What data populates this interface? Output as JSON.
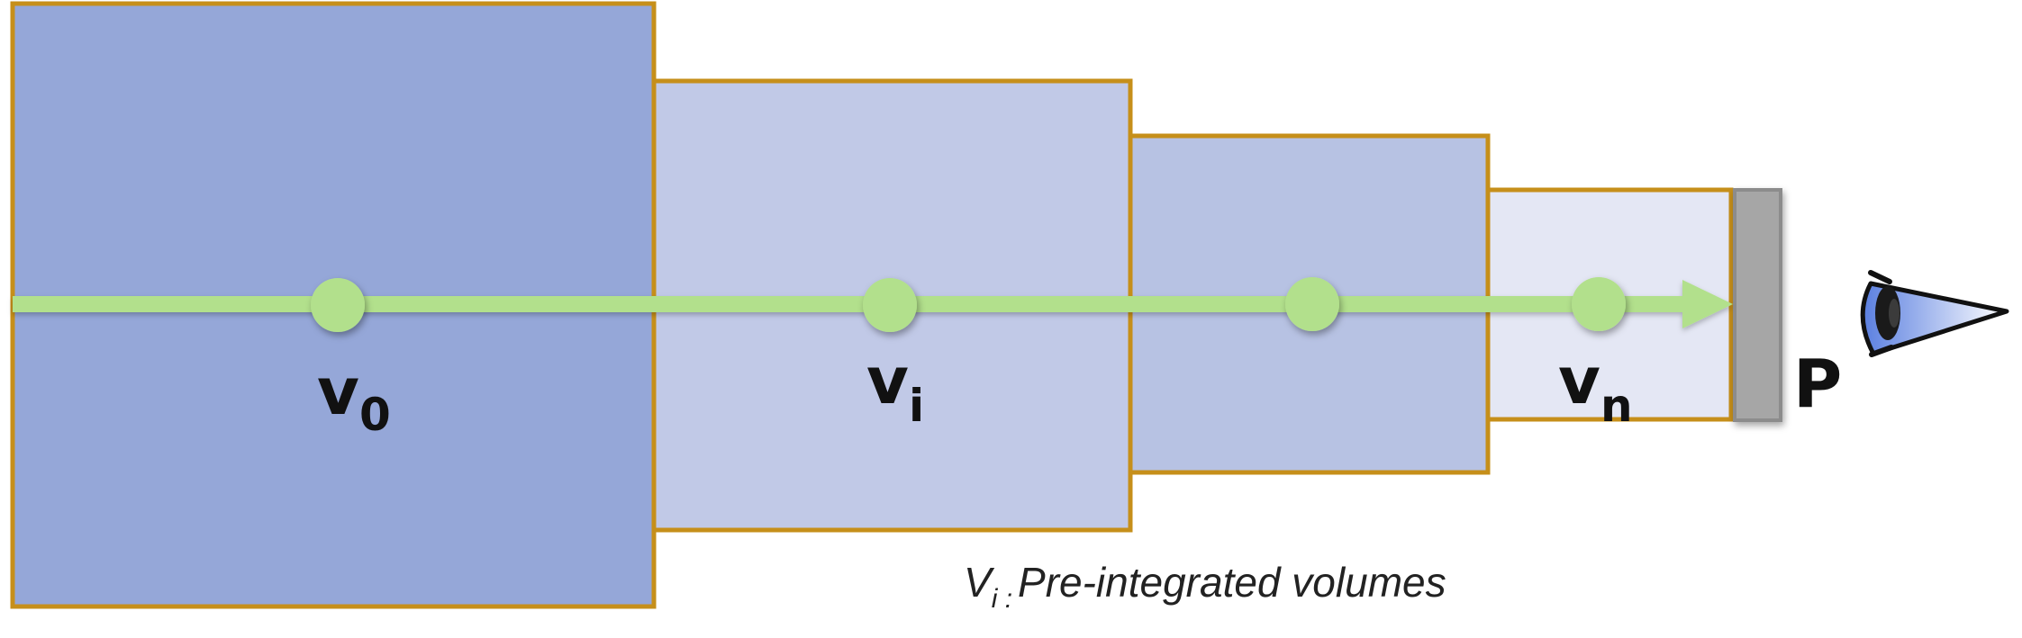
{
  "diagram": {
    "volumes": [
      {
        "fill": "#95a7d8"
      },
      {
        "fill": "#c1c9e7"
      },
      {
        "fill": "#b7c2e3"
      },
      {
        "fill": "#e4e7f4"
      }
    ],
    "volume_border_color": "#c68f1a",
    "ray_color": "#b2e08c",
    "sample_point_color": "#b2e08c",
    "screen_color": "#a6a6a6",
    "labels": {
      "v0": {
        "main": "v",
        "sub": "0"
      },
      "vi": {
        "main": "v",
        "sub": "i"
      },
      "vn": {
        "main": "v",
        "sub": "n"
      },
      "p": "P"
    },
    "caption": {
      "main": "V",
      "sub": "i :",
      "text": "Pre-integrated volumes"
    },
    "eye_icon": "eye-icon"
  }
}
